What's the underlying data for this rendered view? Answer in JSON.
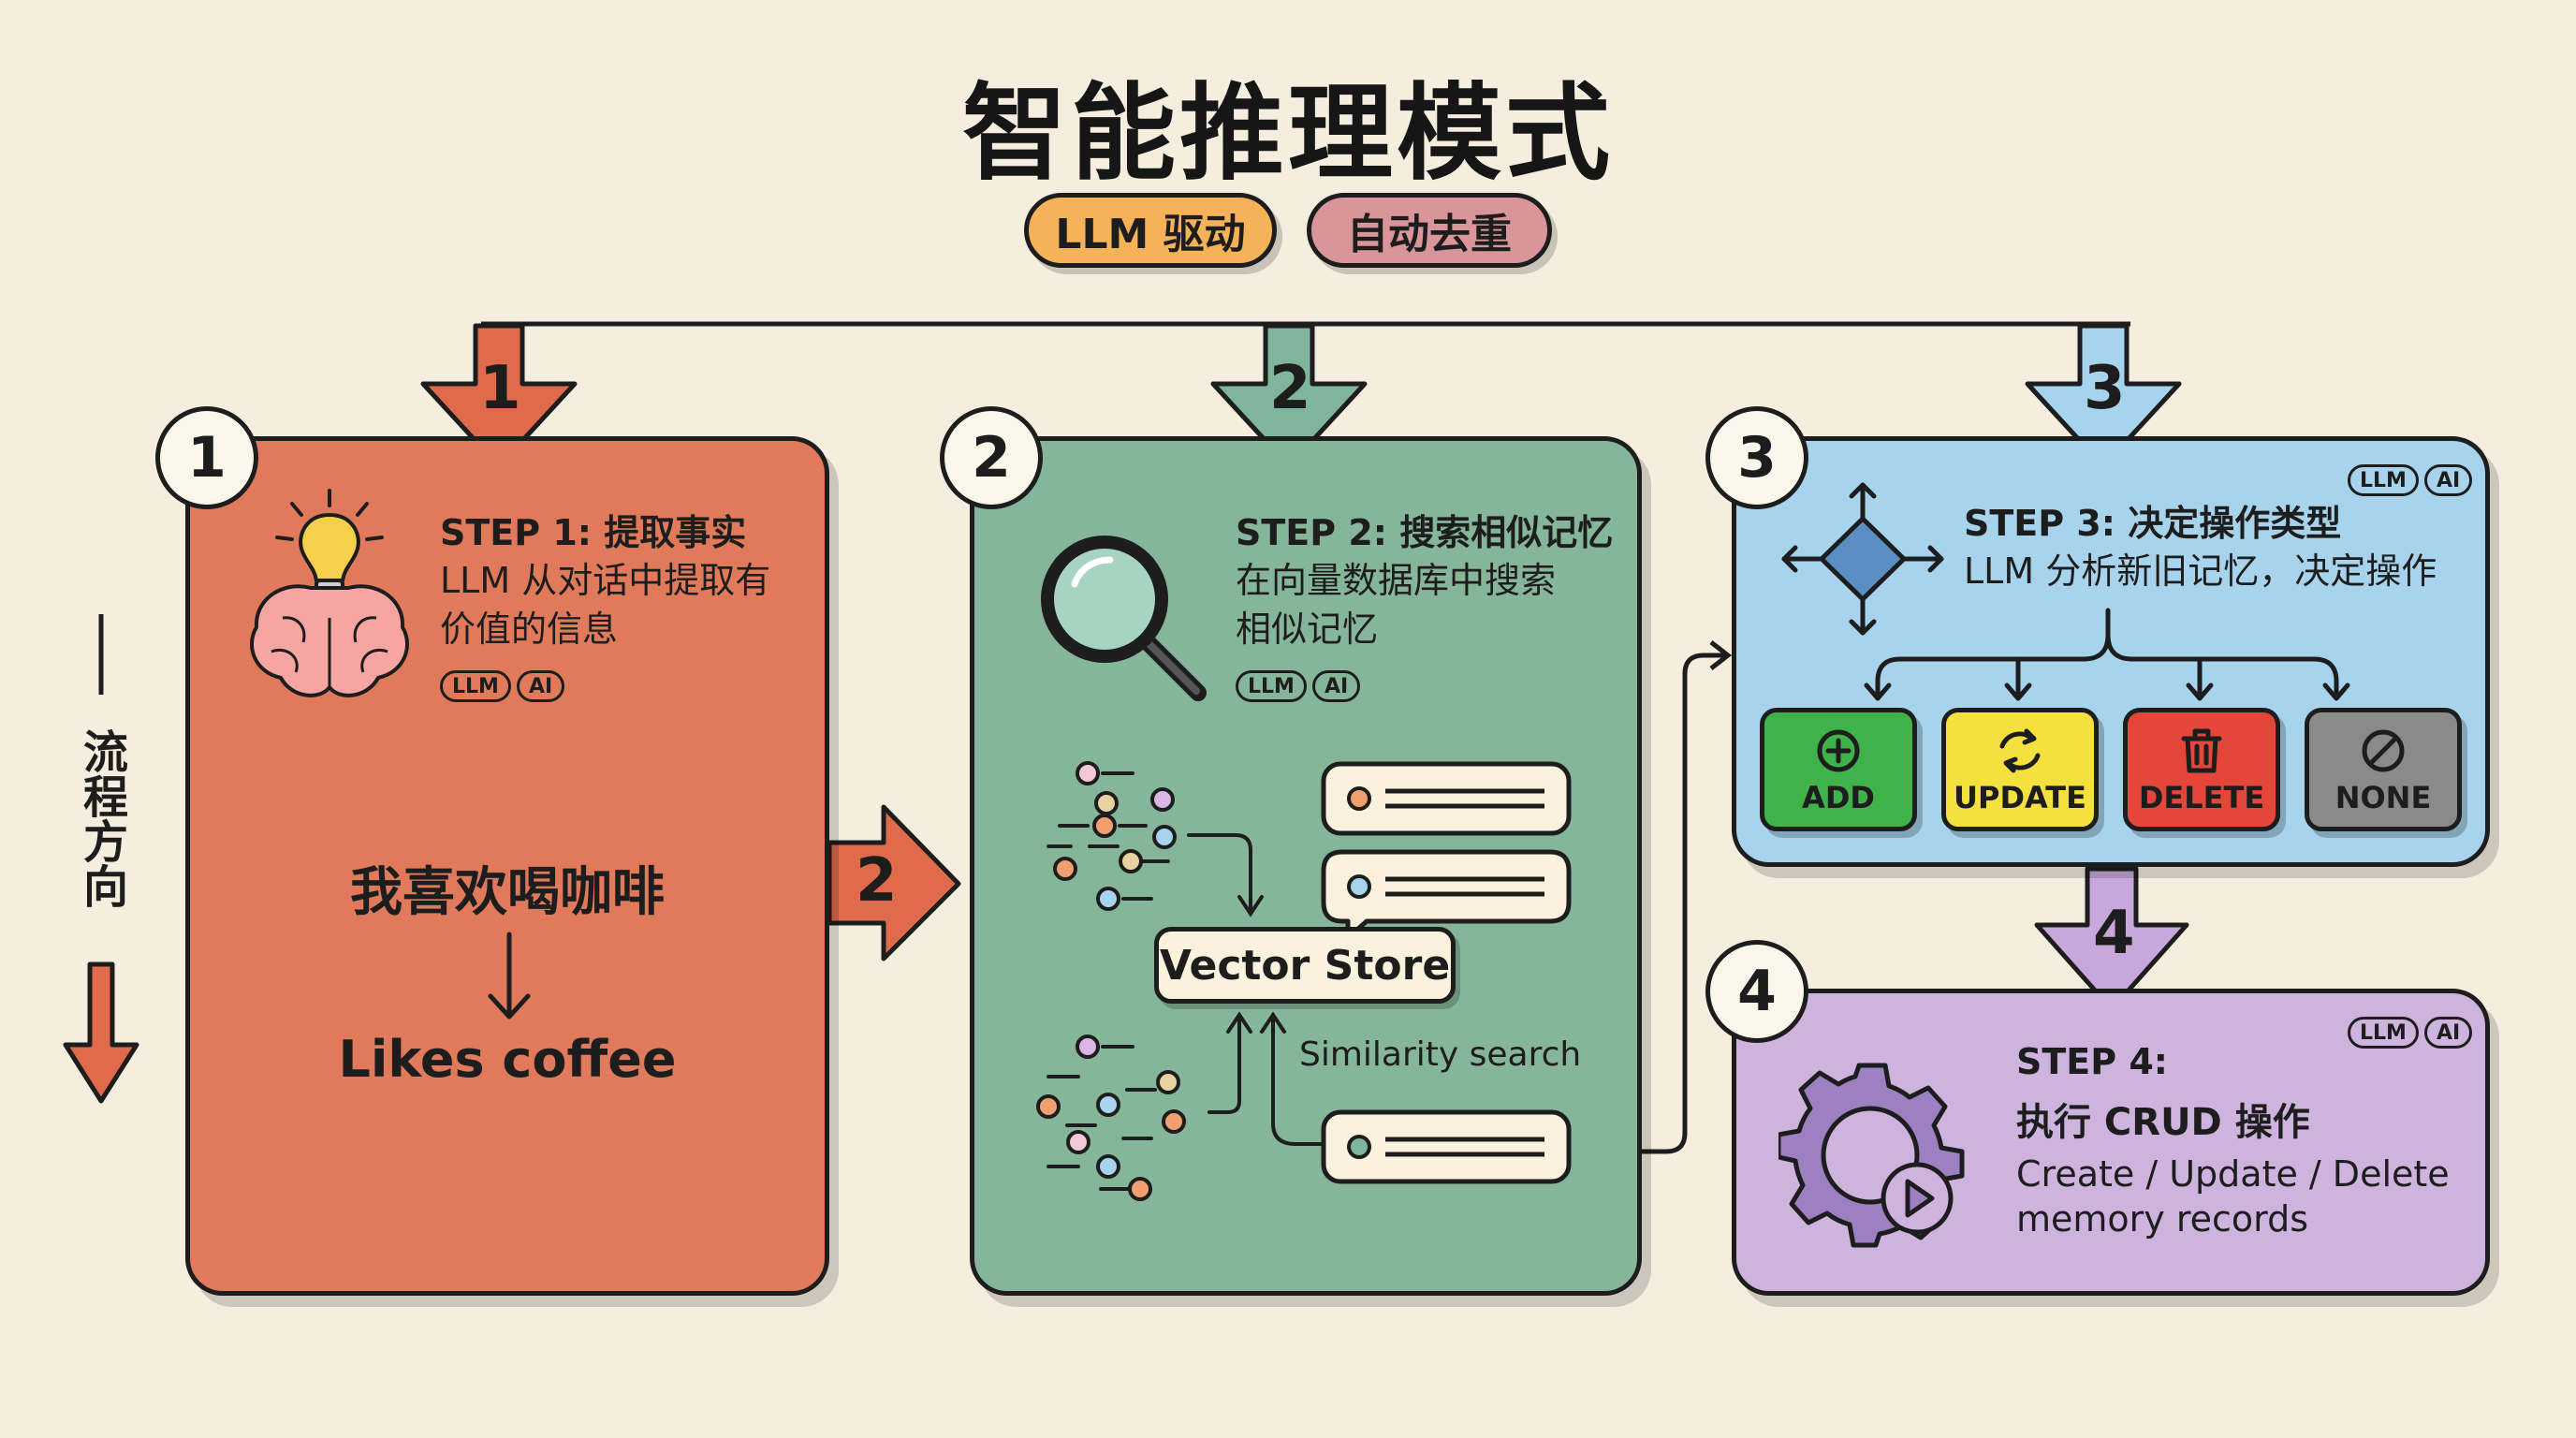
{
  "title": "智能推理模式",
  "badges": [
    {
      "label": "LLM 驱动",
      "color": "#f6b259"
    },
    {
      "label": "自动去重",
      "color": "#d9959a"
    }
  ],
  "flow_direction": {
    "label": "流程方向"
  },
  "connector_arrows": [
    {
      "number": "1",
      "color": "#df6b4c"
    },
    {
      "number": "2",
      "color": "#7fb59a"
    },
    {
      "number": "3",
      "color": "#a6d3ee"
    },
    {
      "number": "4",
      "color": "#c8a8dc"
    },
    {
      "number": "2",
      "color": "#df6b4c"
    }
  ],
  "steps": [
    {
      "number": "1",
      "title": "STEP 1: 提取事实",
      "desc_lines": [
        "LLM 从对话中提取有",
        "价值的信息"
      ],
      "tags": [
        "LLM",
        "AI"
      ],
      "color": "#e07a5a",
      "example_input": "我喜欢喝咖啡",
      "example_output": "Likes coffee",
      "icon": "brain-lightbulb-icon"
    },
    {
      "number": "2",
      "title": "STEP 2: 搜索相似记忆",
      "desc_lines": [
        "在向量数据库中搜索",
        "相似记忆"
      ],
      "tags": [
        "LLM",
        "AI"
      ],
      "color": "#86b69a",
      "vector_store_label": "Vector Store",
      "similarity_label": "Similarity search",
      "icon": "magnifier-icon"
    },
    {
      "number": "3",
      "title": "STEP 3: 决定操作类型",
      "desc_lines": [
        "LLM 分析新旧记忆，决定操作"
      ],
      "tags": [
        "LLM",
        "AI"
      ],
      "color": "#a7d4ec",
      "icon": "decision-diamond-icon",
      "actions": [
        {
          "label": "ADD",
          "color": "#3fb24a",
          "icon": "plus-circle-icon"
        },
        {
          "label": "UPDATE",
          "color": "#f4e13d",
          "icon": "refresh-icon"
        },
        {
          "label": "DELETE",
          "color": "#e4473a",
          "icon": "trash-icon"
        },
        {
          "label": "NONE",
          "color": "#8a8a8a",
          "icon": "prohibited-icon"
        }
      ]
    },
    {
      "number": "4",
      "title": "STEP 4:",
      "subtitle": "执行 CRUD 操作",
      "desc_lines": [
        "Create / Update / Delete",
        "memory records"
      ],
      "tags": [
        "LLM",
        "AI"
      ],
      "color": "#cdb3dd",
      "icon": "gear-play-icon"
    }
  ]
}
